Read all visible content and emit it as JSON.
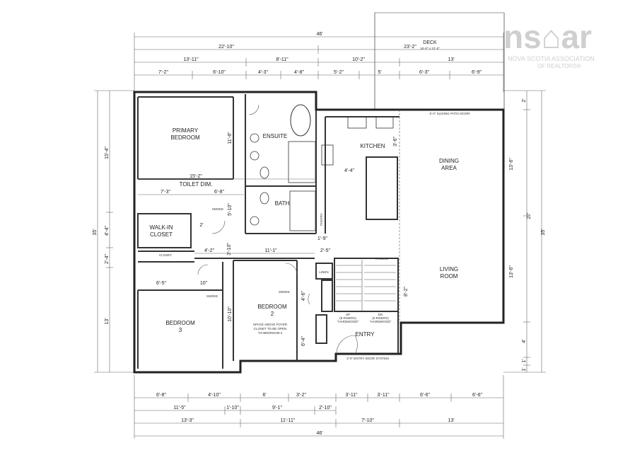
{
  "logo": {
    "brand": "ns⌂ar",
    "line1": "NOVA SCOTIA ASSOCIATION",
    "line2": "OF REALTORS®"
  },
  "deck": {
    "label": "DECK",
    "size": "16'-0\" x 12'-0\""
  },
  "rooms": {
    "primary_bedroom": [
      "PRIMARY",
      "BEDROOM"
    ],
    "ensuite": "ENSUITE",
    "kitchen": "KITCHEN",
    "dining": [
      "DINING",
      "AREA"
    ],
    "toilet_dim": "TOILET DIM.",
    "bath": "BATH",
    "pantry": "PANTRY",
    "walkin": [
      "WALK-IN",
      "CLOSET"
    ],
    "closet": "CLOSET",
    "linen": "LINEN",
    "living": [
      "LIVING",
      "ROOM"
    ],
    "bedroom2": [
      "BEDROOM",
      "2"
    ],
    "bedroom3": [
      "BEDROOM",
      "3"
    ],
    "entry": "ENTRY",
    "foyer_note": [
      "SPACE ABOVE FOYER",
      "CLOSET TO BE OPEN",
      "TO BEDROOM 2"
    ],
    "railing": "RAILING",
    "entry_door": "3'-0\" ENTRY DOOR SYSTEM",
    "patio_door": "6'-0\" SLIDING PATIO DOOR",
    "up": "UP",
    "dn": "DN",
    "risers_up": "(8 RISERS)",
    "risers_dn": "(6 RISERS)",
    "hardwood": "\"HARDWOOD\"",
    "smoke": "SMOKE"
  },
  "dims_top": {
    "row1": [
      "46'"
    ],
    "row2": [
      "22'-10\"",
      "23'-2\""
    ],
    "row3": [
      "13'-11\"",
      "8'-11\"",
      "10'-2\"",
      "13'"
    ],
    "row4": [
      "7'-2\"",
      "6'-10\"",
      "4'-3\"",
      "4'-8\"",
      "5'-2\"",
      "5'",
      "6'-3\"",
      "6'-9\""
    ]
  },
  "dims_bottom": {
    "row1": [
      "6'-8\"",
      "4'-10\"",
      "6'",
      "3'-2\"",
      "3'-11\"",
      "3'-11\"",
      "6'-6\"",
      "6'-6\""
    ],
    "row2": [
      "11'-5\"",
      "1'-10\"",
      "9'-1\"",
      "2'-10\""
    ],
    "row3": [
      "13'-3\"",
      "11'-11\"",
      "7'-10\"",
      "13'"
    ],
    "row4": [
      "46'"
    ]
  },
  "dims_left": {
    "outer": "35'",
    "upper": "15'-4\"",
    "mid1": "4'-4\"",
    "mid2": "2'-4\"",
    "lower": "13'"
  },
  "dims_right": {
    "outer": "35'",
    "mid": "27'",
    "r1": "2'",
    "r2": "13'-6\"",
    "r3": "13'-6\"",
    "r4": "4'",
    "r5": "1'",
    "r6": "1'"
  },
  "dims_interior": {
    "primary_h": "11'-8\"",
    "bath_w": "15'-2\"",
    "toilet_w1": "7'-3\"",
    "toilet_w2": "6'-8\"",
    "bath_h": "5'-10\"",
    "closet_h": "2'",
    "hall_w1": "4'-2\"",
    "hall_h": "3'-10\"",
    "hall_w2": "11'-1\"",
    "hall_w3": "2'-5\"",
    "pantry_w": "1'-9\"",
    "kitchen_h": "3'-6\"",
    "kitchen_w": "4'-4\"",
    "bed3_w": "6'-5\"",
    "bed3_w2": "10\"",
    "bed2_h": "10'-10\"",
    "entry_h1": "4'-6\"",
    "entry_h2": "6'-4\"",
    "stair_h": "8'-2\""
  }
}
